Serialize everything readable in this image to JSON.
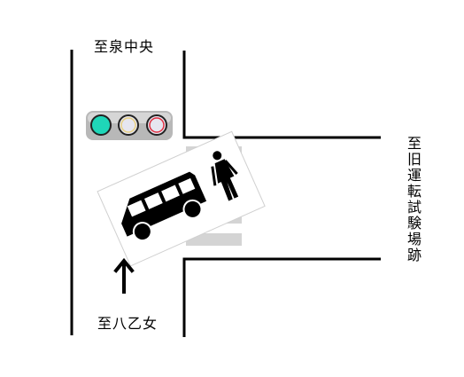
{
  "labels": {
    "north": "至泉中央",
    "south": "至八乙女",
    "east": "至旧運転試験場跡"
  },
  "traffic_light": {
    "active": "green",
    "colors": {
      "green": "#1fd6b8",
      "yellow_rim": "#e8d080",
      "red_rim": "#e03040",
      "housing": "#b8b8b8",
      "lamp_off": "#e6e6f0"
    }
  },
  "icons": {
    "vehicle": "van-icon",
    "person": "pedestrian-icon",
    "direction": "up-arrow-icon"
  }
}
